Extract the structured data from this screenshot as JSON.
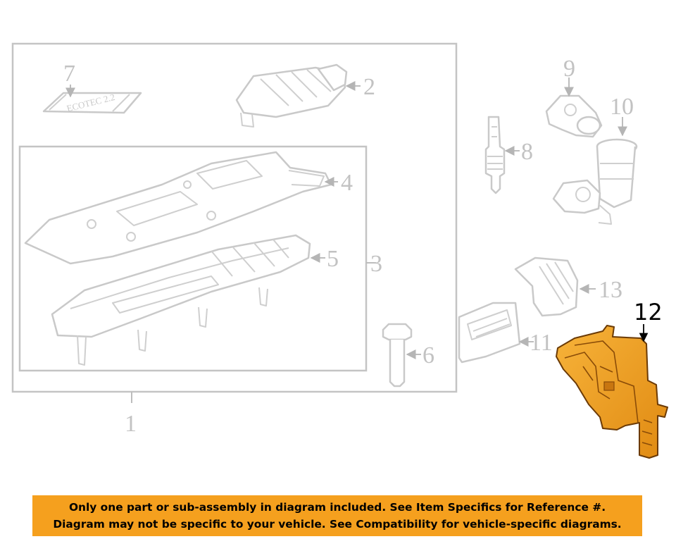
{
  "diagram": {
    "callouts": {
      "c1": "1",
      "c2": "2",
      "c3": "3",
      "c4": "4",
      "c5": "5",
      "c6": "6",
      "c7": "7",
      "c8": "8",
      "c9": "9",
      "c10": "10",
      "c11": "11",
      "c12": "12",
      "c13": "13"
    },
    "emblem_text": "ECOTEC 2.2",
    "highlight_part": "12"
  },
  "notice": {
    "line1": "Only one part or sub-assembly in diagram included. See Item Specifics for Reference #.",
    "line2": "Diagram may not be specific to your vehicle. See Compatibility for vehicle-specific diagrams."
  },
  "colors": {
    "line_art": "#c9c9c9",
    "highlight_fill": "#f5a523",
    "notice_background": "#f5a01e",
    "text": "#000000"
  }
}
